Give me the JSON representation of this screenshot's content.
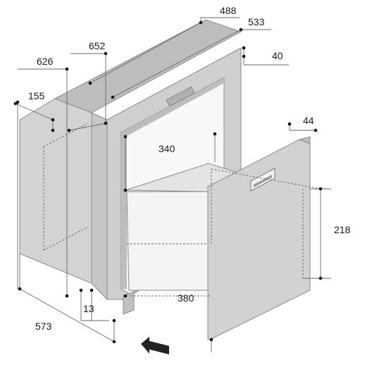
{
  "dimensions": {
    "d488": "488",
    "d533": "533",
    "d40": "40",
    "d652": "652",
    "d626": "626",
    "d155": "155",
    "d44": "44",
    "d340": "340",
    "d218": "218",
    "d380": "380",
    "d13": "13",
    "d573": "573"
  },
  "colors": {
    "body_light": "#d4d4d4",
    "body_mid": "#c2c2c2",
    "body_dark": "#a9a9a9",
    "frame": "#cfcfcf",
    "drawer_front": "#d0d0d0",
    "interior": "#f7f7f7",
    "arrow": "#222222"
  }
}
